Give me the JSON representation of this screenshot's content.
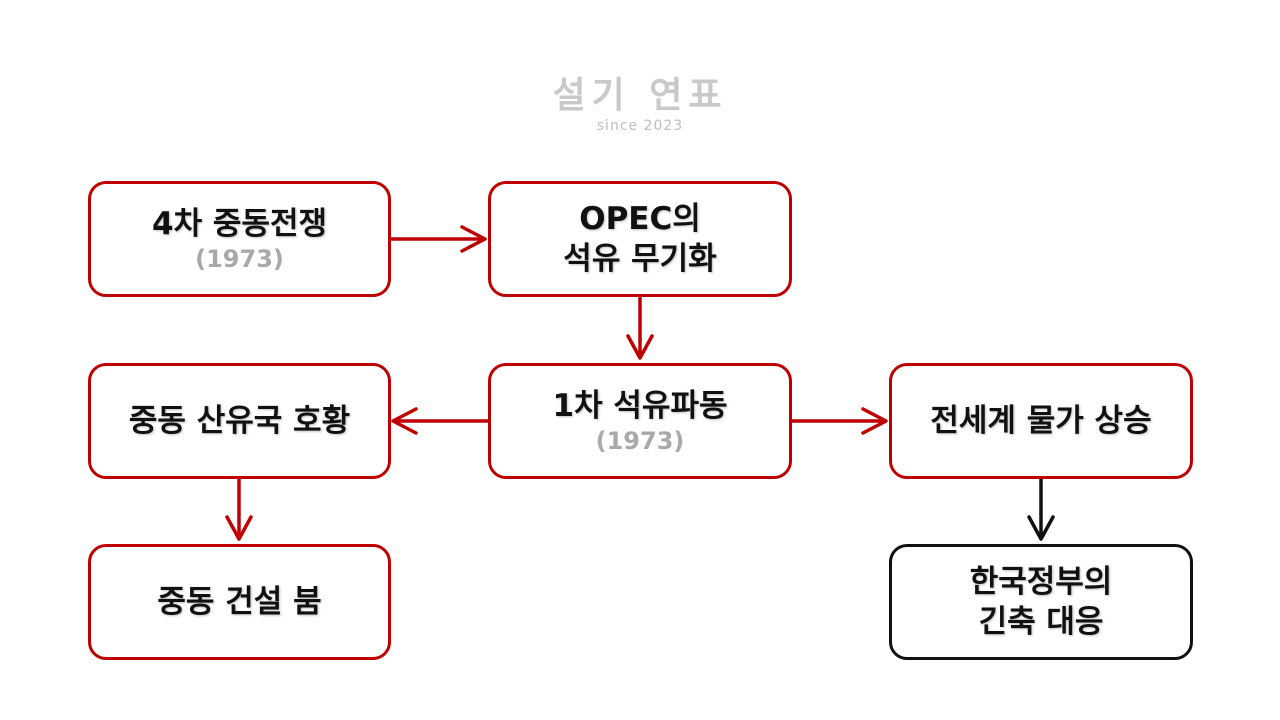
{
  "watermark": {
    "title": "설기 연표",
    "subtitle": "since 2023"
  },
  "colors": {
    "accent": "#c00000",
    "dark": "#111111",
    "muted": "#a9a9a9"
  },
  "nodes": {
    "yom_kippur_war": {
      "label": "4차 중동전쟁",
      "year": "(1973)"
    },
    "opec_oil_weapon": {
      "line1": "OPEC의",
      "line2": "석유 무기화"
    },
    "first_oil_shock": {
      "label": "1차 석유파동",
      "year": "(1973)"
    },
    "mideast_boom": {
      "label": "중동 산유국 호황"
    },
    "global_price_rise": {
      "label": "전세계 물가 상승"
    },
    "mideast_construction": {
      "label": "중동 건설 붐"
    },
    "korea_austerity": {
      "line1": "한국정부의",
      "line2": "긴축 대응"
    }
  }
}
